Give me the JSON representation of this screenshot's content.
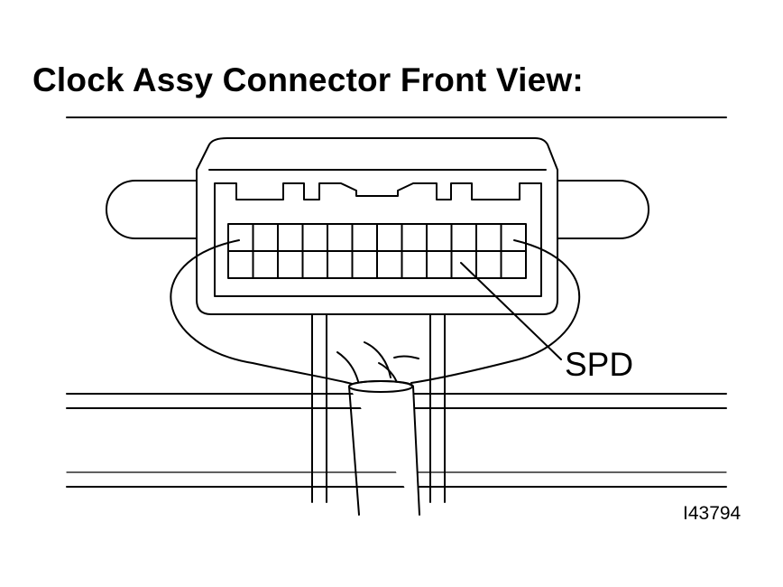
{
  "title": "Clock Assy Connector Front View:",
  "callout_label": "SPD",
  "figure_id": "I43794",
  "terminal_rows": 2,
  "terminal_columns": 12,
  "callout_terminal": {
    "row": 2,
    "column": 10
  }
}
